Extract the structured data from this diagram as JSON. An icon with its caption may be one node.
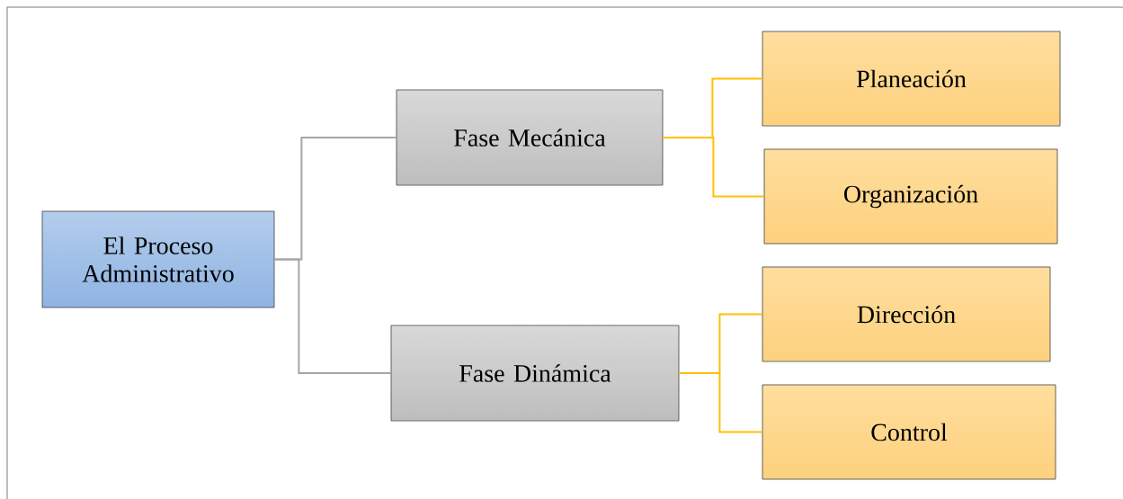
{
  "diagram": {
    "nodes": [
      {
        "text": [
          "El Proceso Administrativo"
        ]
      },
      {
        "text": [
          "Fase Mecánica"
        ]
      },
      {
        "text": [
          "Fase Dinámica"
        ]
      },
      {
        "text": [
          "Planeación"
        ]
      },
      {
        "text": [
          "Organización"
        ]
      },
      {
        "text": [
          "Dirección"
        ]
      },
      {
        "text": [
          "Control"
        ]
      }
    ],
    "edges": [
      {
        "from": 0,
        "to": 1,
        "arrow": "none",
        "color": "#a6a6a6"
      },
      {
        "from": 0,
        "to": 2,
        "arrow": "none",
        "color": "#a6a6a6"
      },
      {
        "from": 1,
        "to": 3,
        "arrow": "none"
      },
      {
        "from": 1,
        "to": 4,
        "arrow": "none"
      },
      {
        "from": 2,
        "to": 5,
        "arrow": "none"
      },
      {
        "from": 2,
        "to": 6,
        "arrow": "none"
      }
    ]
  }
}
